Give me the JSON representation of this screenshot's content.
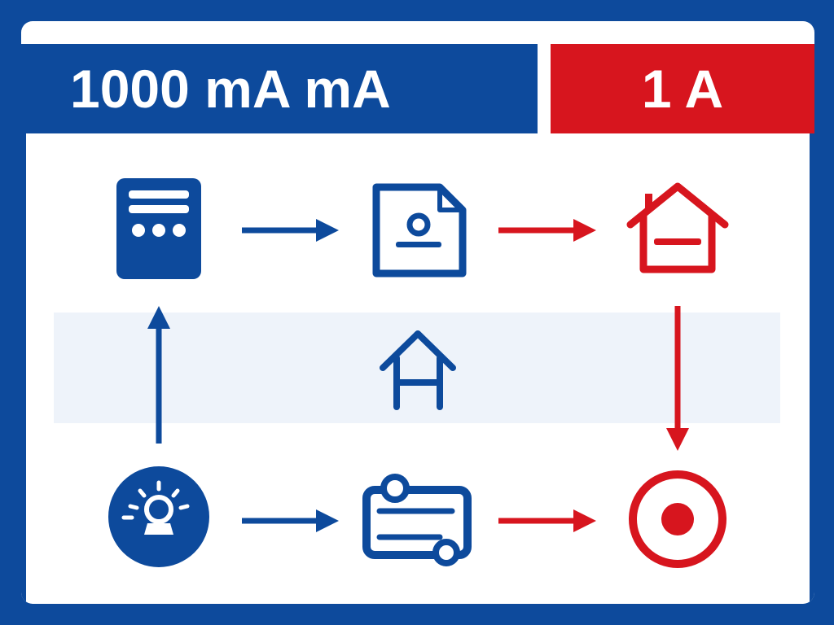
{
  "header": {
    "left_label": "1000 mA mA",
    "right_label": "1 A"
  },
  "colors": {
    "blue": "#0d4a9c",
    "red": "#d7151e",
    "light_band": "#eef3fa",
    "white": "#ffffff"
  },
  "nodes": [
    {
      "id": "panel",
      "icon": "control-panel-icon",
      "color": "blue"
    },
    {
      "id": "document",
      "icon": "document-icon",
      "color": "blue"
    },
    {
      "id": "home-top",
      "icon": "house-icon",
      "color": "red"
    },
    {
      "id": "home-center",
      "icon": "house-outline-icon",
      "color": "blue"
    },
    {
      "id": "user",
      "icon": "user-circle-icon",
      "color": "blue"
    },
    {
      "id": "device",
      "icon": "device-card-icon",
      "color": "blue"
    },
    {
      "id": "target",
      "icon": "target-icon",
      "color": "red"
    }
  ],
  "arrows": [
    {
      "from": "panel",
      "to": "document",
      "color": "blue"
    },
    {
      "from": "document",
      "to": "home-top",
      "color": "red"
    },
    {
      "from": "user",
      "to": "panel",
      "color": "blue"
    },
    {
      "from": "home-top",
      "to": "target",
      "color": "red"
    },
    {
      "from": "user",
      "to": "device",
      "color": "blue"
    },
    {
      "from": "device",
      "to": "target",
      "color": "red"
    }
  ]
}
